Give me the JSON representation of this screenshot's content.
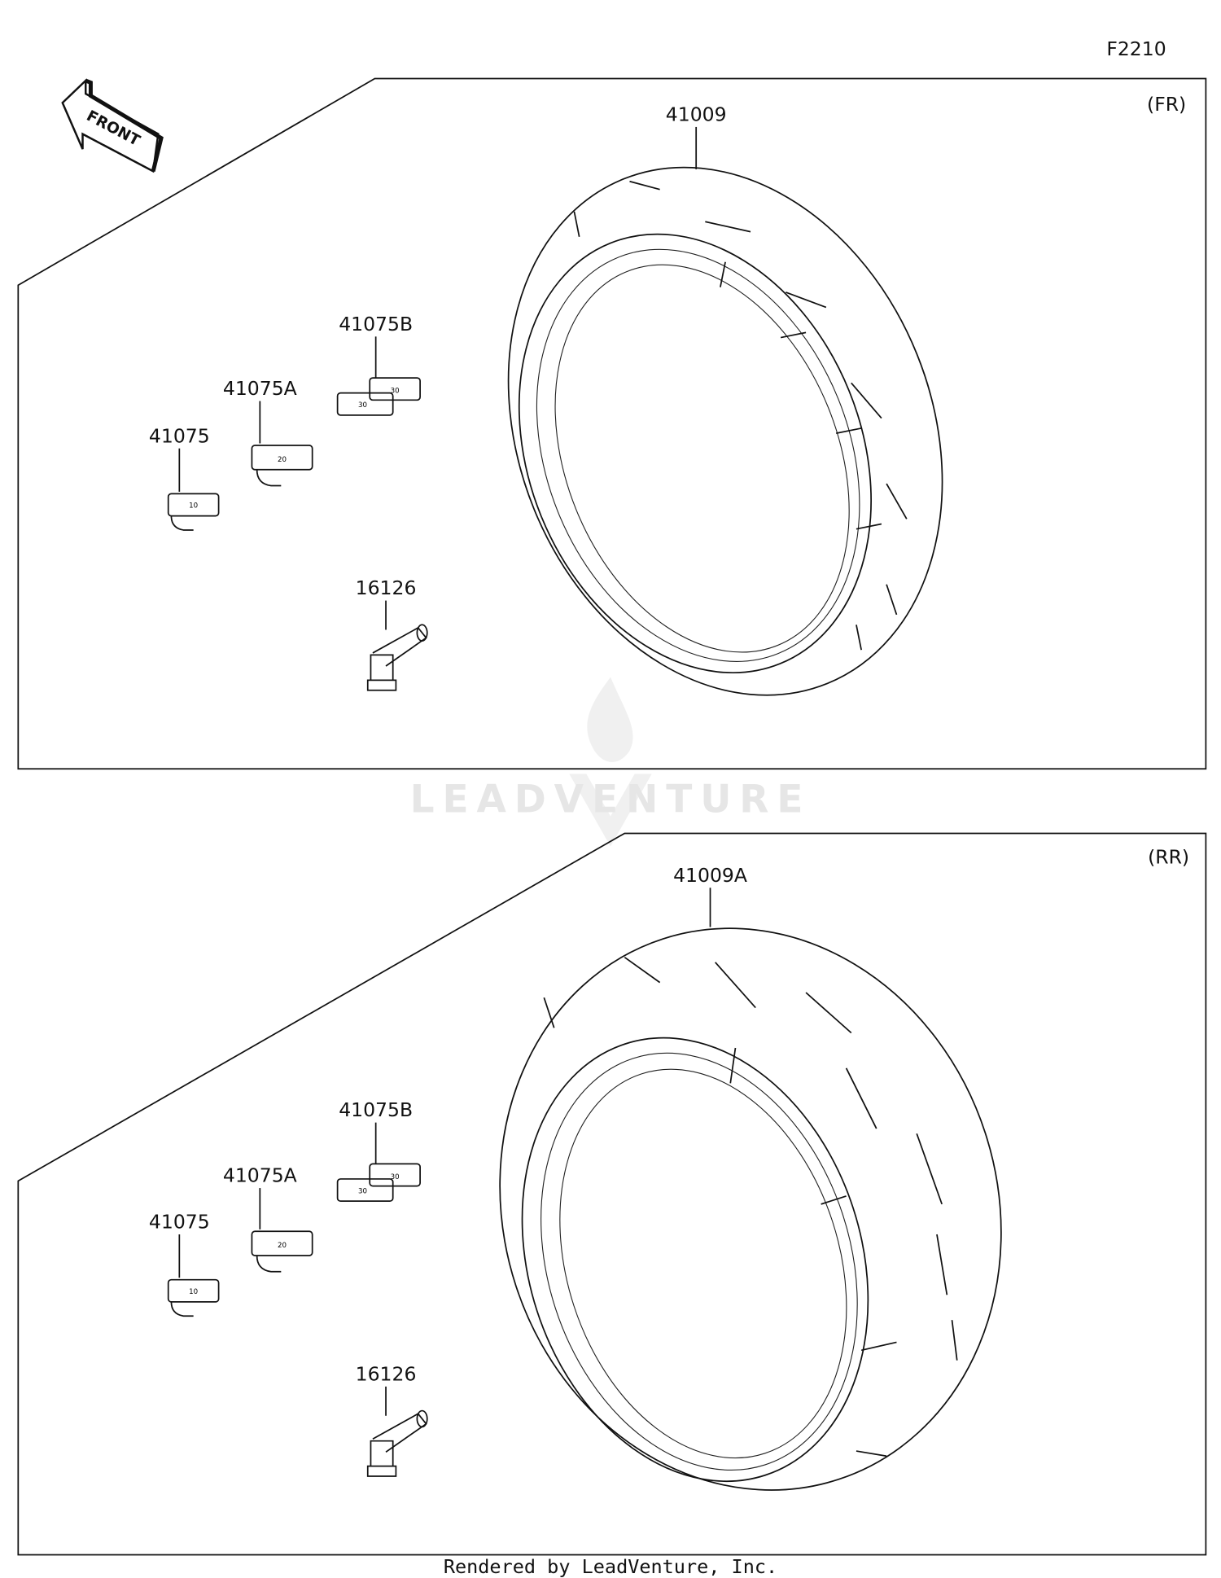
{
  "diagram_id": "F2210",
  "watermark": "LEADVENTURE",
  "footer": "Rendered by LeadVenture, Inc.",
  "front_arrow": "FRONT",
  "panels": [
    {
      "tag": "(FR)",
      "tire": "41009",
      "weights": [
        "41075",
        "41075A",
        "41075B"
      ],
      "weight_marks": [
        "10",
        "20",
        "30"
      ],
      "valve": "16126"
    },
    {
      "tag": "(RR)",
      "tire": "41009A",
      "weights": [
        "41075",
        "41075A",
        "41075B"
      ],
      "weight_marks": [
        "10",
        "20",
        "30"
      ],
      "valve": "16126"
    }
  ]
}
